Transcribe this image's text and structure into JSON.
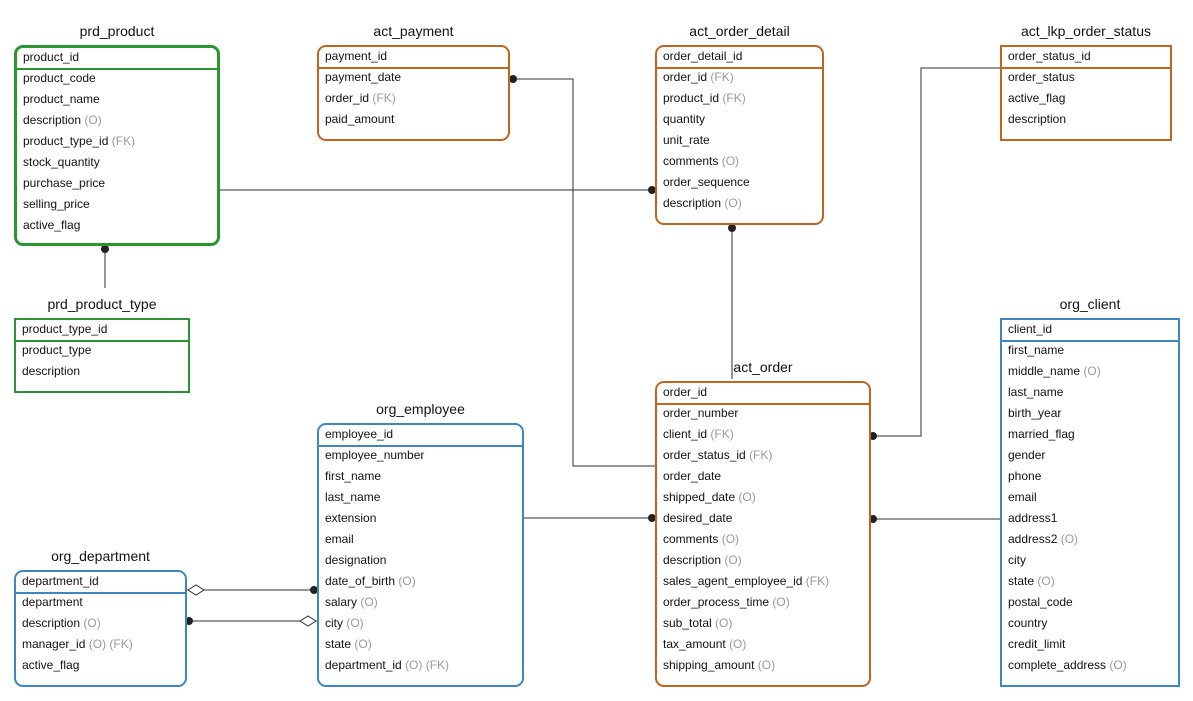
{
  "colors": {
    "product": "#2a9630",
    "activity": "#c0651f",
    "organization": "#3d86c0",
    "connector": "#2f2f2f"
  },
  "entities": [
    {
      "id": "prd_product",
      "title": "prd_product",
      "style": "product",
      "rounded": true,
      "fields": [
        {
          "name": "product_id",
          "suffix": ""
        },
        {
          "name": "product_code",
          "suffix": ""
        },
        {
          "name": "product_name",
          "suffix": ""
        },
        {
          "name": "description",
          "suffix": "(O)"
        },
        {
          "name": "product_type_id",
          "suffix": "(FK)"
        },
        {
          "name": "stock_quantity",
          "suffix": ""
        },
        {
          "name": "purchase_price",
          "suffix": ""
        },
        {
          "name": "selling_price",
          "suffix": ""
        },
        {
          "name": "active_flag",
          "suffix": ""
        }
      ]
    },
    {
      "id": "act_payment",
      "title": "act_payment",
      "style": "activity",
      "rounded": true,
      "fields": [
        {
          "name": "payment_id",
          "suffix": ""
        },
        {
          "name": "payment_date",
          "suffix": ""
        },
        {
          "name": "order_id",
          "suffix": "(FK)"
        },
        {
          "name": "paid_amount",
          "suffix": ""
        }
      ]
    },
    {
      "id": "act_order_detail",
      "title": "act_order_detail",
      "style": "activity",
      "rounded": true,
      "fields": [
        {
          "name": "order_detail_id",
          "suffix": ""
        },
        {
          "name": "order_id",
          "suffix": "(FK)"
        },
        {
          "name": "product_id",
          "suffix": "(FK)"
        },
        {
          "name": "quantity",
          "suffix": ""
        },
        {
          "name": "unit_rate",
          "suffix": ""
        },
        {
          "name": "comments",
          "suffix": "(O)"
        },
        {
          "name": "order_sequence",
          "suffix": ""
        },
        {
          "name": "description",
          "suffix": "(O)"
        }
      ]
    },
    {
      "id": "act_lkp_order_status",
      "title": "act_lkp_order_status",
      "style": "activity",
      "rounded": false,
      "fields": [
        {
          "name": "order_status_id",
          "suffix": ""
        },
        {
          "name": "order_status",
          "suffix": ""
        },
        {
          "name": "active_flag",
          "suffix": ""
        },
        {
          "name": "description",
          "suffix": ""
        }
      ]
    },
    {
      "id": "prd_product_type",
      "title": "prd_product_type",
      "style": "product",
      "rounded": false,
      "fields": [
        {
          "name": "product_type_id",
          "suffix": ""
        },
        {
          "name": "product_type",
          "suffix": ""
        },
        {
          "name": "description",
          "suffix": ""
        }
      ]
    },
    {
      "id": "act_order",
      "title": "act_order",
      "style": "activity",
      "rounded": true,
      "fields": [
        {
          "name": "order_id",
          "suffix": ""
        },
        {
          "name": "order_number",
          "suffix": ""
        },
        {
          "name": "client_id",
          "suffix": "(FK)"
        },
        {
          "name": "order_status_id",
          "suffix": "(FK)"
        },
        {
          "name": "order_date",
          "suffix": ""
        },
        {
          "name": "shipped_date",
          "suffix": "(O)"
        },
        {
          "name": "desired_date",
          "suffix": ""
        },
        {
          "name": "comments",
          "suffix": "(O)"
        },
        {
          "name": "description",
          "suffix": "(O)"
        },
        {
          "name": "sales_agent_employee_id",
          "suffix": "(FK)"
        },
        {
          "name": "order_process_time",
          "suffix": "(O)"
        },
        {
          "name": "sub_total",
          "suffix": "(O)"
        },
        {
          "name": "tax_amount",
          "suffix": "(O)"
        },
        {
          "name": "shipping_amount",
          "suffix": "(O)"
        }
      ]
    },
    {
      "id": "org_employee",
      "title": "org_employee",
      "style": "organization",
      "rounded": true,
      "fields": [
        {
          "name": "employee_id",
          "suffix": ""
        },
        {
          "name": "employee_number",
          "suffix": ""
        },
        {
          "name": "first_name",
          "suffix": ""
        },
        {
          "name": "last_name",
          "suffix": ""
        },
        {
          "name": "extension",
          "suffix": ""
        },
        {
          "name": "email",
          "suffix": ""
        },
        {
          "name": "designation",
          "suffix": ""
        },
        {
          "name": "date_of_birth",
          "suffix": "(O)"
        },
        {
          "name": "salary",
          "suffix": "(O)"
        },
        {
          "name": "city",
          "suffix": "(O)"
        },
        {
          "name": "state",
          "suffix": "(O)"
        },
        {
          "name": "department_id",
          "suffix": "(O) (FK)"
        }
      ]
    },
    {
      "id": "org_client",
      "title": "org_client",
      "style": "organization",
      "rounded": false,
      "fields": [
        {
          "name": "client_id",
          "suffix": ""
        },
        {
          "name": "first_name",
          "suffix": ""
        },
        {
          "name": "middle_name",
          "suffix": "(O)"
        },
        {
          "name": "last_name",
          "suffix": ""
        },
        {
          "name": "birth_year",
          "suffix": ""
        },
        {
          "name": "married_flag",
          "suffix": ""
        },
        {
          "name": "gender",
          "suffix": ""
        },
        {
          "name": "phone",
          "suffix": ""
        },
        {
          "name": "email",
          "suffix": ""
        },
        {
          "name": "address1",
          "suffix": ""
        },
        {
          "name": "address2",
          "suffix": "(O)"
        },
        {
          "name": "city",
          "suffix": ""
        },
        {
          "name": "state",
          "suffix": "(O)"
        },
        {
          "name": "postal_code",
          "suffix": ""
        },
        {
          "name": "country",
          "suffix": ""
        },
        {
          "name": "credit_limit",
          "suffix": ""
        },
        {
          "name": "complete_address",
          "suffix": "(O)"
        }
      ]
    },
    {
      "id": "org_department",
      "title": "org_department",
      "style": "organization",
      "rounded": true,
      "fields": [
        {
          "name": "department_id",
          "suffix": ""
        },
        {
          "name": "department",
          "suffix": ""
        },
        {
          "name": "description",
          "suffix": "(O)"
        },
        {
          "name": "manager_id",
          "suffix": "(O) (FK)"
        },
        {
          "name": "active_flag",
          "suffix": ""
        }
      ]
    }
  ],
  "relationships": [
    {
      "id": "product-to-order-detail",
      "from": "prd_product",
      "to": "act_order_detail",
      "end_marker": "dot"
    },
    {
      "id": "product-type-to-product",
      "from": "prd_product_type",
      "to": "prd_product",
      "end_marker": "dot"
    },
    {
      "id": "order-to-payment",
      "from": "act_order",
      "to": "act_payment",
      "end_marker": "dot"
    },
    {
      "id": "order-to-order-detail",
      "from": "act_order",
      "to": "act_order_detail",
      "end_marker": "dot"
    },
    {
      "id": "order-status-to-order",
      "from": "act_lkp_order_status",
      "to": "act_order",
      "end_marker": "dot"
    },
    {
      "id": "employee-to-order",
      "from": "org_employee",
      "to": "act_order",
      "end_marker": "dot"
    },
    {
      "id": "client-to-order",
      "from": "org_client",
      "to": "act_order",
      "end_marker": "dot"
    },
    {
      "id": "department-to-employee",
      "from": "org_department",
      "to": "org_employee",
      "end_marker": "dot-diamond"
    },
    {
      "id": "employee-manages-department",
      "from": "org_employee",
      "to": "org_department",
      "end_marker": "dot-diamond"
    }
  ]
}
